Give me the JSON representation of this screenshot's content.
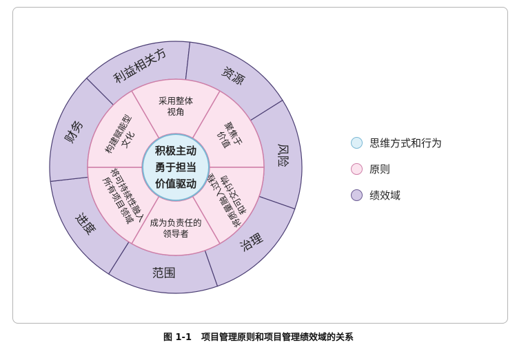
{
  "diagram": {
    "center_lines": [
      "积极主动",
      "勇于担当",
      "价值驱动"
    ],
    "principles": [
      {
        "lines": [
          "采用整体",
          "视角"
        ]
      },
      {
        "lines": [
          "聚焦于",
          "价值"
        ]
      },
      {
        "lines": [
          "将质量融入过程",
          "和可交付物"
        ]
      },
      {
        "lines": [
          "成为负责任的",
          "领导者"
        ]
      },
      {
        "lines": [
          "将可持续性融入",
          "所有项目领域"
        ]
      },
      {
        "lines": [
          "构建赋能型",
          "文化"
        ]
      }
    ],
    "domains": [
      "利益相关方",
      "资源",
      "风险",
      "治理",
      "范围",
      "进度",
      "财务"
    ]
  },
  "legend": [
    {
      "label": "思维方式和行为",
      "fill": "#ddf0f8",
      "stroke": "#7ab8d4"
    },
    {
      "label": "原则",
      "fill": "#fbe3ee",
      "stroke": "#cf7fa8"
    },
    {
      "label": "绩效域",
      "fill": "#d3c9e6",
      "stroke": "#6a5a92"
    }
  ],
  "colors": {
    "center_fill": "#ddf0f8",
    "center_stroke": "#7ab8d4",
    "principle_fill": "#fbe3ee",
    "principle_stroke": "#cf7fa8",
    "domain_fill": "#d3c9e6",
    "domain_stroke": "#4a3d72"
  },
  "caption": {
    "number": "图 1-1",
    "text": "项目管理原则和项目管理绩效域的关系"
  }
}
